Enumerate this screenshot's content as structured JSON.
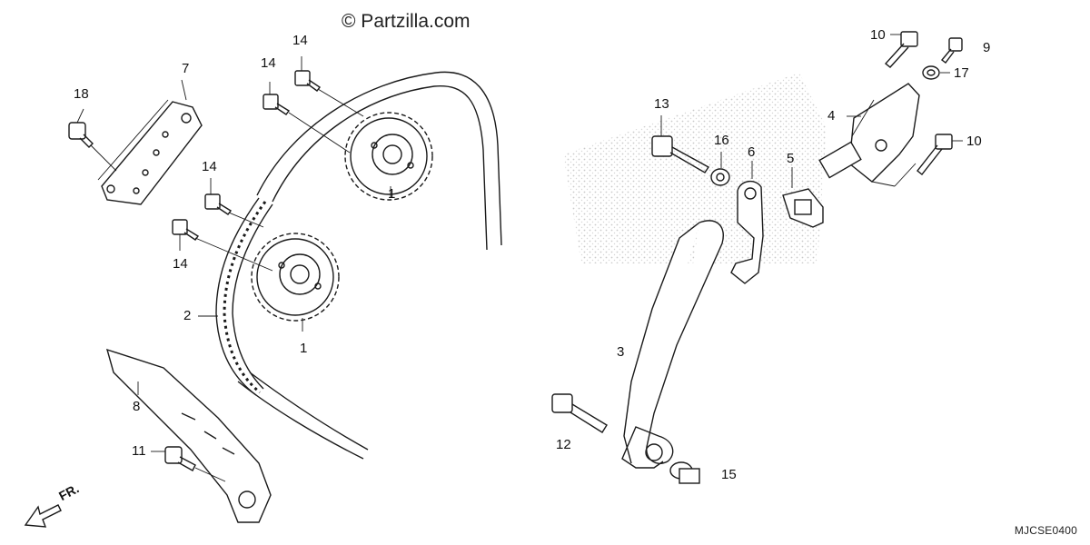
{
  "watermark": "© Partzilla.com",
  "diagram_code": "MJCSE0400",
  "direction_label": "FR.",
  "callouts": {
    "c1a": "1",
    "c1b": "1",
    "c2": "2",
    "c3": "3",
    "c4": "4",
    "c5": "5",
    "c6": "6",
    "c7": "7",
    "c8": "8",
    "c9": "9",
    "c10a": "10",
    "c10b": "10",
    "c11": "11",
    "c12": "12",
    "c13": "13",
    "c14a": "14",
    "c14b": "14",
    "c14c": "14",
    "c14d": "14",
    "c15": "15",
    "c16": "16",
    "c17": "17",
    "c18": "18"
  }
}
